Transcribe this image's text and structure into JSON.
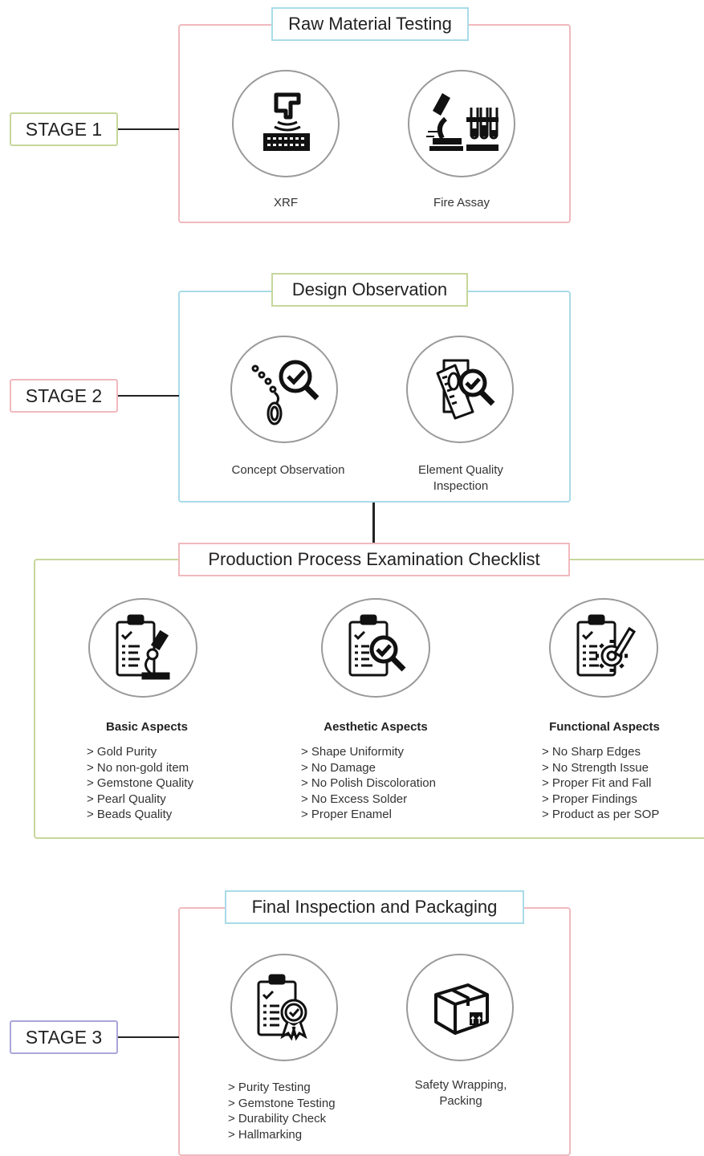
{
  "stage1": {
    "stage_label": "STAGE 1",
    "title": "Raw Material Testing",
    "items": [
      {
        "label": "XRF",
        "icon": "xrf-analyzer-icon"
      },
      {
        "label": "Fire Assay",
        "icon": "microscope-test-tubes-icon"
      }
    ]
  },
  "stage2": {
    "stage_label": "STAGE 2",
    "title": "Design Observation",
    "items": [
      {
        "label": "Concept Observation",
        "icon": "pendant-magnifier-icon"
      },
      {
        "label_line1": "Element Quality",
        "label_line2": "Inspection",
        "icon": "ruler-magnifier-icon"
      }
    ]
  },
  "checklist": {
    "title": "Production Process Examination Checklist",
    "columns": [
      {
        "title": "Basic Aspects",
        "icon": "clipboard-microscope-icon",
        "items": [
          "> Gold Purity",
          "> No non-gold item",
          "> Gemstone Quality",
          "> Pearl Quality",
          "> Beads Quality"
        ]
      },
      {
        "title": "Aesthetic Aspects",
        "icon": "clipboard-magnifier-icon",
        "items": [
          "> Shape Uniformity",
          "> No Damage",
          "> No Polish Discoloration",
          "> No Excess Solder",
          "> Proper Enamel"
        ]
      },
      {
        "title": "Functional Aspects",
        "icon": "clipboard-gear-icon",
        "items": [
          "> No Sharp Edges",
          "> No Strength Issue",
          "> Proper Fit and Fall",
          "> Proper Findings",
          "> Product as per SOP"
        ]
      }
    ]
  },
  "stage3": {
    "stage_label": "STAGE 3",
    "title": "Final Inspection and Packaging",
    "items": [
      {
        "icon": "clipboard-badge-icon",
        "list": [
          "> Purity Testing",
          "> Gemstone Testing",
          "> Durability Check",
          "> Hallmarking"
        ]
      },
      {
        "label_line1": "Safety Wrapping,",
        "label_line2": "Packing",
        "icon": "package-box-icon"
      }
    ]
  },
  "colors": {
    "red": "#f0b9bd",
    "blue": "#a9dbe8",
    "green": "#c6d79b",
    "purple": "#aaa6dc"
  }
}
